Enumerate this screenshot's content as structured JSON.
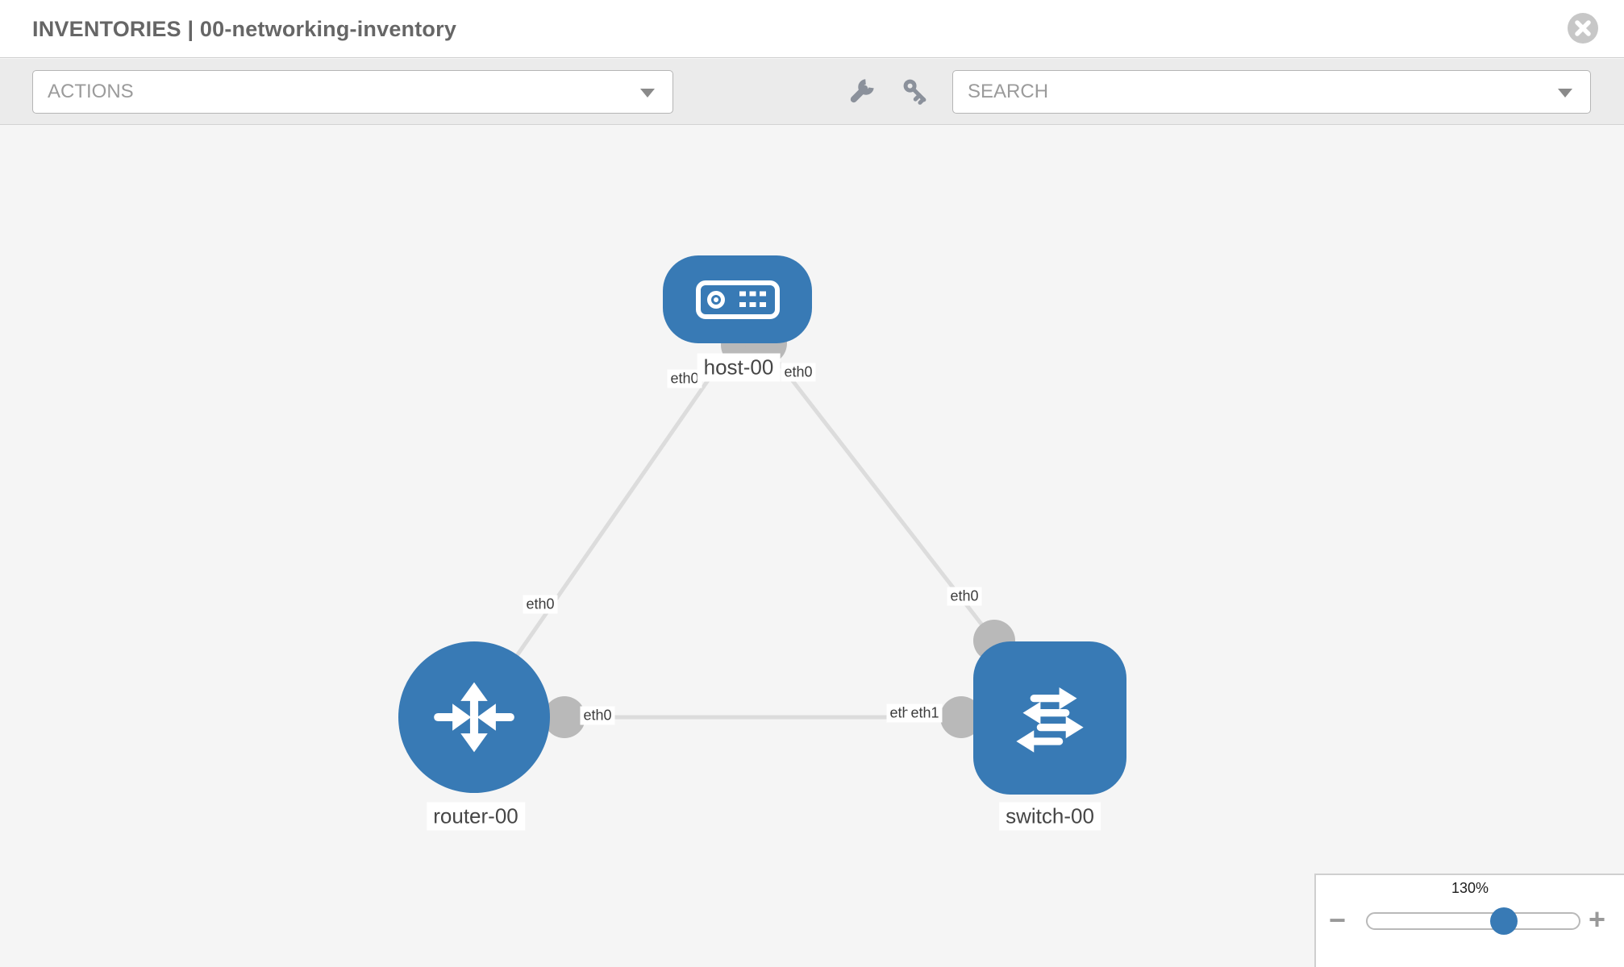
{
  "header": {
    "title": "INVENTORIES | 00-networking-inventory"
  },
  "toolbar": {
    "actions": {
      "label": "ACTIONS"
    },
    "search": {
      "label": "SEARCH"
    }
  },
  "icons": {
    "close": "times-circle",
    "actions_caret": "chevron-down",
    "search_caret": "chevron-down",
    "wrench": "wrench",
    "key": "key",
    "zoom_out": "minus",
    "zoom_in": "plus",
    "host_node": "server",
    "router_node": "router-arrows",
    "switch_node": "switch-arrows"
  },
  "canvas": {
    "nodes": [
      {
        "id": "host-00",
        "type": "host",
        "label": "host-00"
      },
      {
        "id": "router-00",
        "type": "router",
        "label": "router-00"
      },
      {
        "id": "switch-00",
        "type": "switch",
        "label": "switch-00"
      }
    ],
    "links": [
      {
        "from": "router-00",
        "to": "host-00"
      },
      {
        "from": "switch-00",
        "to": "host-00"
      },
      {
        "from": "router-00",
        "to": "switch-00"
      }
    ],
    "interfaces": [
      {
        "text": "eth0",
        "position": "host-bottom-left"
      },
      {
        "text": "eth0",
        "position": "host-bottom-right"
      },
      {
        "text": "eth0",
        "position": "router-host-link"
      },
      {
        "text": "eth0",
        "position": "switch-host-link"
      },
      {
        "text": "eth0",
        "position": "router-switch-link-left"
      },
      {
        "text": "eth0",
        "position": "router-switch-link-right-back"
      },
      {
        "text": "eth1",
        "position": "router-switch-link-right-front"
      }
    ]
  },
  "zoom_control": {
    "value": "130%",
    "percent": 130,
    "minus_glyph": "−",
    "plus_glyph": "+"
  },
  "colors": {
    "node_blue": "#387ab5",
    "link_gray": "#dcdcdc",
    "port_gray": "#b9b9b9",
    "canvas_bg": "#f5f5f5",
    "toolbar_bg": "#ebebeb"
  }
}
